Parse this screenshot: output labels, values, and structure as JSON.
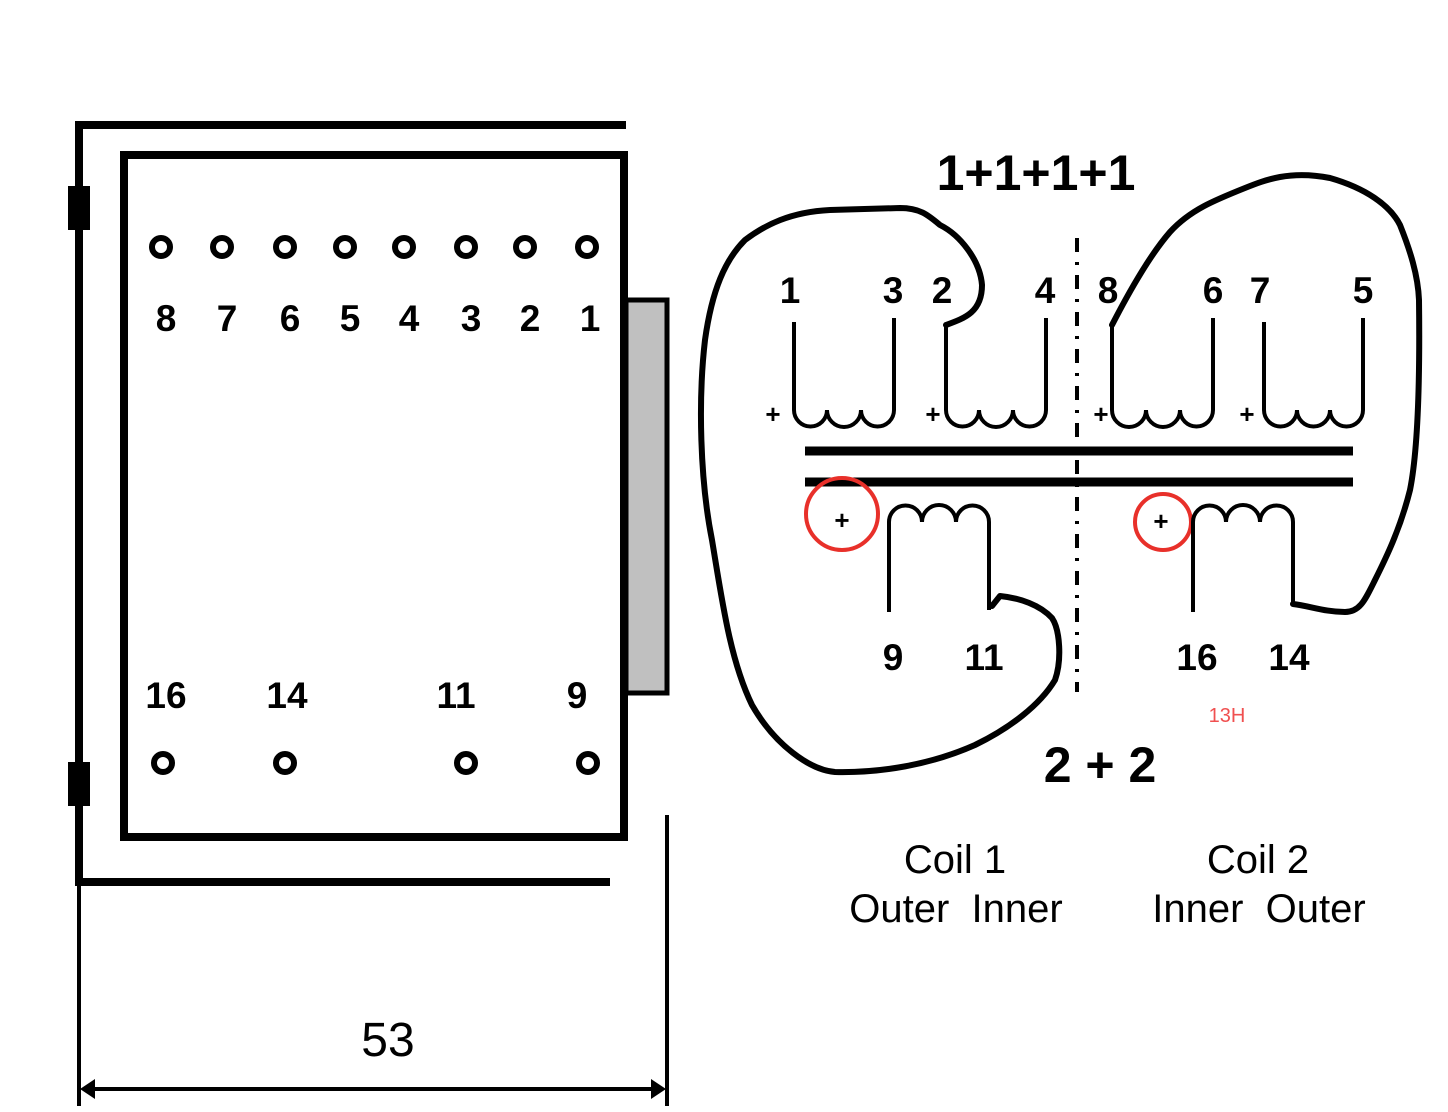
{
  "package_view": {
    "top_pins": [
      {
        "number": "8"
      },
      {
        "number": "7"
      },
      {
        "number": "6"
      },
      {
        "number": "5"
      },
      {
        "number": "4"
      },
      {
        "number": "3"
      },
      {
        "number": "2"
      },
      {
        "number": "1"
      }
    ],
    "bottom_pins": [
      {
        "number": "16"
      },
      {
        "number": "14"
      },
      {
        "number": "11"
      },
      {
        "number": "9"
      }
    ],
    "dimension": {
      "value": "53"
    },
    "tab_color": "#c0c0c0"
  },
  "schematic": {
    "top_config_label": "1+1+1+1",
    "bottom_config_label": "2 + 2",
    "primary_windings": [
      {
        "start_pin": "1",
        "end_pin": "3",
        "polarity": "+"
      },
      {
        "start_pin": "2",
        "end_pin": "4",
        "polarity": "+"
      },
      {
        "start_pin": "8",
        "end_pin": "6",
        "polarity": "+"
      },
      {
        "start_pin": "7",
        "end_pin": "5",
        "polarity": "+"
      }
    ],
    "secondary_windings": [
      {
        "start_pin": "9",
        "end_pin": "11",
        "polarity": "+",
        "highlighted": true
      },
      {
        "start_pin": "16",
        "end_pin": "14",
        "polarity": "+",
        "highlighted": true
      }
    ],
    "note": "13H",
    "highlight_color": "#e8302a",
    "note_color": "#f05050"
  },
  "legend": {
    "coil1": {
      "title": "Coil 1",
      "subtitle": "Outer  Inner"
    },
    "coil2": {
      "title": "Coil 2",
      "subtitle": "Inner  Outer"
    }
  }
}
